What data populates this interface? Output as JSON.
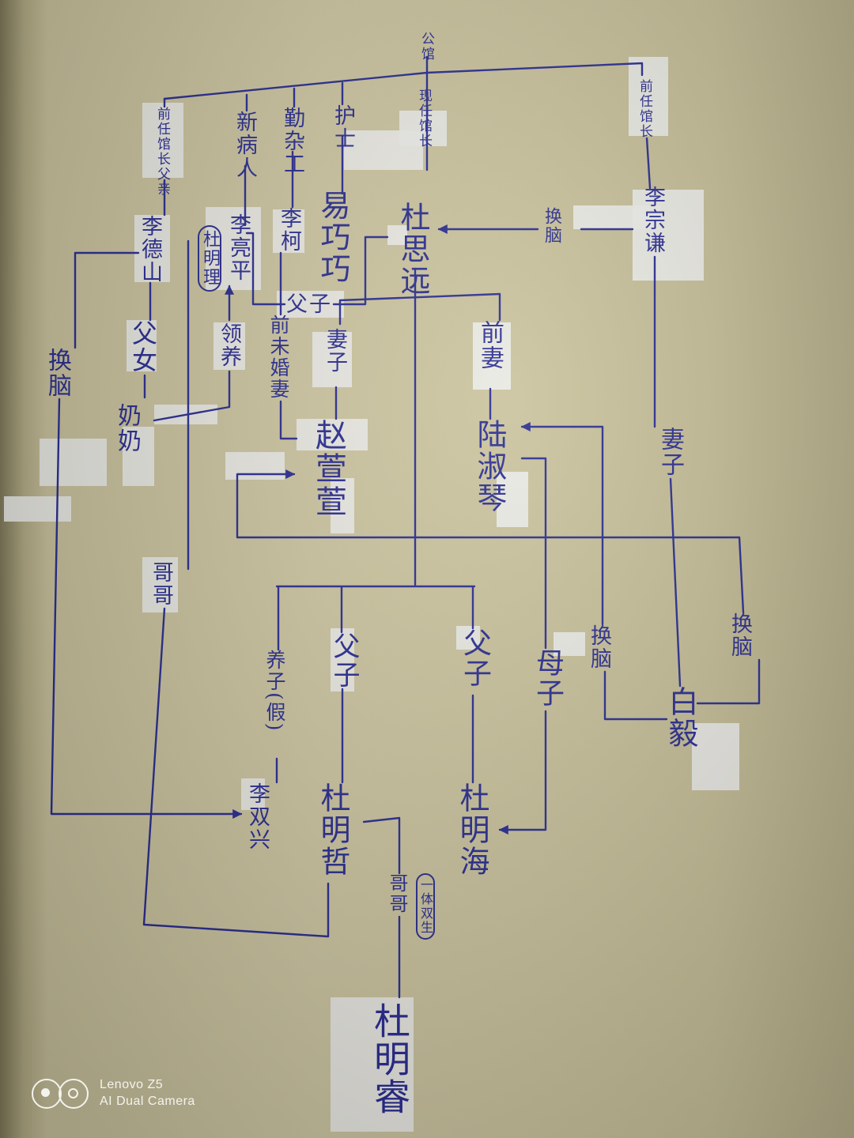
{
  "diagram": {
    "root": "公馆",
    "nodes": {
      "former_director_father": "前任馆长父亲",
      "new_patient": "新病人",
      "handyman": "勤杂工",
      "nurse": "护士",
      "current_director": "现任馆长",
      "former_director": "前任馆长",
      "li_deshan": "李德山",
      "du_mingli": "杜明理",
      "li_liangping": "李亮平",
      "li_ke": "李柯",
      "yi_qiaoqiao": "易巧巧",
      "du_siyuan": "杜思远",
      "li_zongqian": "李宗谦",
      "zhao_xuanxuan": "赵萱萱",
      "lu_shuqin": "陆淑琴",
      "bai_yi": "白毅",
      "li_shuangxing": "李双兴",
      "du_mingzhe": "杜明哲",
      "du_minghai": "杜明海",
      "du_mingrui": "杜明睿"
    },
    "relations": {
      "father_son_top": "父子",
      "brain_swap_top": "换脑",
      "father_daughter": "父女",
      "adopted": "领养",
      "ex_fiancee": "前未婚妻",
      "wife_zhao": "妻子",
      "ex_wife": "前妻",
      "grandma": "奶奶",
      "brain_swap_left": "换脑",
      "wife_right": "妻子",
      "brother_left": "哥哥",
      "adopted_son_fake": "养子(假)",
      "father_son_mid": "父子",
      "father_son_right": "父子",
      "mother_son": "母子",
      "brain_swap_mid": "换脑",
      "brain_swap_right": "换脑",
      "brother_bottom": "哥哥",
      "conjoined": "一体双生"
    },
    "ink_color": "#25288f"
  },
  "watermark": {
    "line1": "Lenovo Z5",
    "line2": "AI Dual Camera"
  }
}
